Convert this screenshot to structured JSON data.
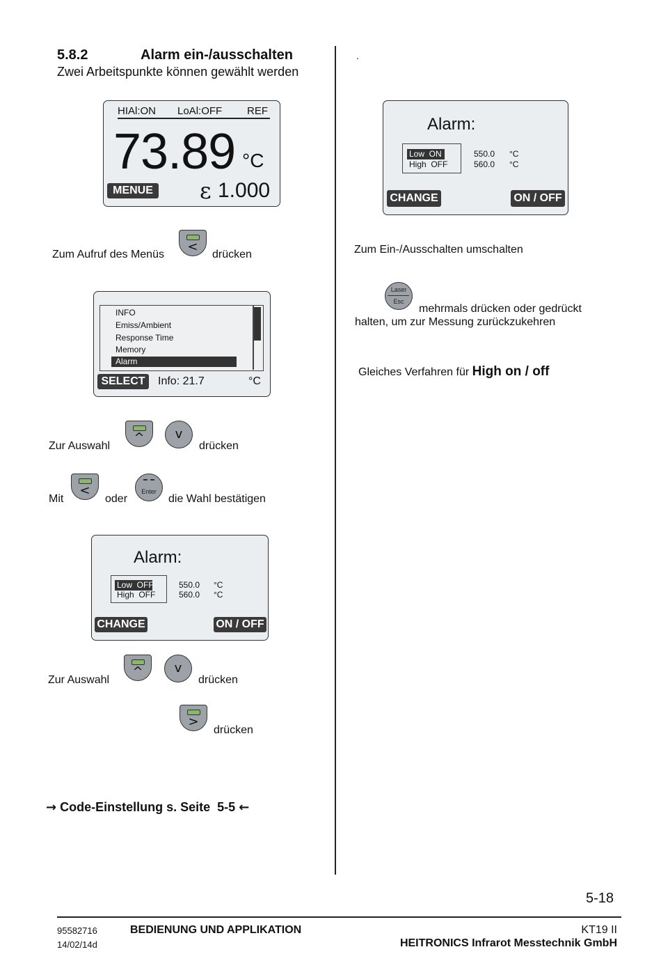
{
  "heading": {
    "number": "5.8.2",
    "title": "Alarm ein-/ausschalten",
    "subtitle": "Zwei Arbeitspunkte können gewählt werden"
  },
  "display1": {
    "hi": "HIAl:ON",
    "lo": "LoAl:OFF",
    "ref": "REF",
    "temp": "73.89",
    "unit": "°C",
    "menu_btn": "MENUE",
    "eps_sym": "ε",
    "eps_val": "1.000"
  },
  "step1": {
    "pre": "Zum Aufruf des Menüs",
    "post": "drücken"
  },
  "display2": {
    "items": [
      "INFO",
      "Emiss/Ambient",
      "Response Time",
      "Memory",
      "Alarm"
    ],
    "select_btn": "SELECT",
    "info": "Info: 21.7",
    "unit": "°C"
  },
  "step2": {
    "pre": "Zur Auswahl",
    "post": "drücken"
  },
  "step3": {
    "pre": "Mit",
    "mid": "oder",
    "post": "die Wahl bestätigen"
  },
  "display3": {
    "title": "Alarm:",
    "low": "Low  OFF",
    "high": "High  OFF",
    "low_val": "550.0",
    "high_val": "560.0",
    "unit": "°C",
    "change_btn": "CHANGE",
    "onoff_btn": "ON / OFF"
  },
  "step4": {
    "pre": "Zur Auswahl",
    "post": "drücken"
  },
  "step5": {
    "post": "drücken"
  },
  "code_ref": {
    "arrow_r": "→",
    "text": "Code-Einstellung s. Seite  5-5",
    "arrow_l": "←"
  },
  "right": {
    "dot": ".",
    "display": {
      "title": "Alarm:",
      "low": "Low  ON",
      "high": "High  OFF",
      "low_val": "550.0",
      "high_val": "560.0",
      "unit": "°C",
      "change_btn": "CHANGE",
      "onoff_btn": "ON / OFF"
    },
    "toggle_text": "Zum Ein-/Ausschalten umschalten",
    "esc_text1": "mehrmals drücken oder gedrückt",
    "esc_text2": "halten, um zur Messung zurückzukehren",
    "same_pre": "Gleiches Verfahren für",
    "same_bold": "High on / off"
  },
  "keys": {
    "laser": "Laser",
    "esc": "Esc",
    "enter": "Enter"
  },
  "footer": {
    "page": "5-18",
    "code": "95582716",
    "date": "14/02/14d",
    "title": "BEDIENUNG UND APPLIKATION",
    "product": "KT19 II",
    "company": "HEITRONICS Infrarot Messtechnik GmbH"
  }
}
